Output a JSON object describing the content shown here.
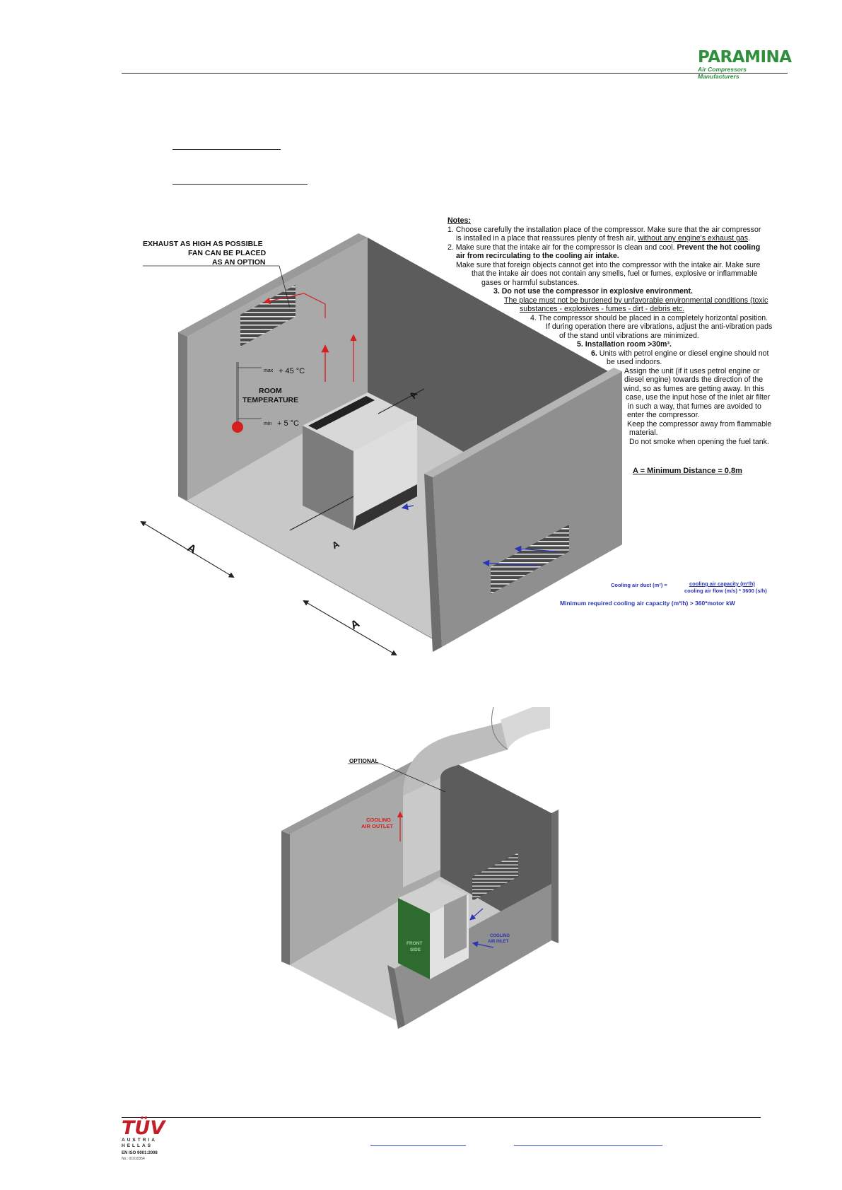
{
  "header": {
    "brand": "PARAMINA",
    "tagline": "Air Compressors Manufacturers"
  },
  "notes": {
    "title": "Notes:",
    "line1": "1. Choose carefully the installation place of the compressor. Make sure that the air compressor",
    "line2a": "is installed in a place that reassures plenty of fresh air, ",
    "line2b": "without any engine's exhaust gas",
    "line2c": ".",
    "line3a": "2. Make sure that the intake air for the compressor is clean and cool. ",
    "line3b": "Prevent the hot cooling",
    "line4": "air from recirculating to the cooling air intake.",
    "line5": "Make sure that foreign objects cannot get into the compressor with the intake air. Make sure",
    "line6": "that the intake air does not contain any smells, fuel or fumes, explosive or inflammable",
    "line7": "gases or harmful substances.",
    "line8": "3. Do not use the compressor in explosive environment.",
    "line9": "The place must not be burdened by unfavorable environmental conditions (toxic",
    "line10": "substances - explosives - fumes - dirt - debris etc.",
    "line11": "4. The compressor should be placed in a completely horizontal position.",
    "line12": "If during operation there are vibrations, adjust the anti-vibration pads",
    "line13": "of the stand until vibrations are minimized.",
    "line14": "5.  Installation room >30m³.",
    "line15a": "6.",
    "line15b": " Units with petrol engine or diesel engine should not",
    "line16": "be used indoors.",
    "line17": "Assign the unit (if it uses petrol engine or",
    "line18": "diesel engine) towards the direction of the",
    "line19": "wind, so as fumes are getting away. In this",
    "line20": "case, use the input hose of the inlet air filter",
    "line21": "in such a way, that fumes are avoided to",
    "line22": "enter the compressor.",
    "line23": "Keep the compressor away from flammable",
    "line24": "material.",
    "line25": "Do not smoke when opening the fuel tank.",
    "min_distance": "A = Minimum Distance = 0,8m"
  },
  "diagram1": {
    "exhaust1": "EXHAUST AS HIGH AS POSSIBLE",
    "exhaust2": "FAN CAN BE PLACED",
    "exhaust3": "AS AN OPTION",
    "max_label": "max",
    "max_temp": "+ 45 °C",
    "room1": "ROOM",
    "room2": "TEMPERATURE",
    "min_label": "min",
    "min_temp": "+ 5 °C",
    "dim_a": "A",
    "duct_lhs": "Cooling air duct (m²) =",
    "duct_num": "cooling air capacity (m³/h)",
    "duct_den": "cooling air flow (m/s) * 3600 (s/h)",
    "min_capacity": "Minimum required cooling air capacity (m³/h) > 360*motor kW"
  },
  "diagram2": {
    "optional": "OPTIONAL",
    "outlet1": "COOLING",
    "outlet2": "AIR OUTLET",
    "inlet1": "COOLING",
    "inlet2": "AIR INLET",
    "front1": "FRONT",
    "front2": "SIDE"
  },
  "footer": {
    "cert1": "TÜV",
    "cert2": "AUSTRIA",
    "cert3": "HELLAS",
    "cert4": "EN ISO 9001:2008",
    "cert5": "No.: 01010354"
  },
  "colors": {
    "brand_green": "#2f8f3c",
    "arrow_red": "#d4201f",
    "arrow_blue": "#2b35b5",
    "wall_dark": "#6b6b6b",
    "floor": "#c9c9c9"
  }
}
